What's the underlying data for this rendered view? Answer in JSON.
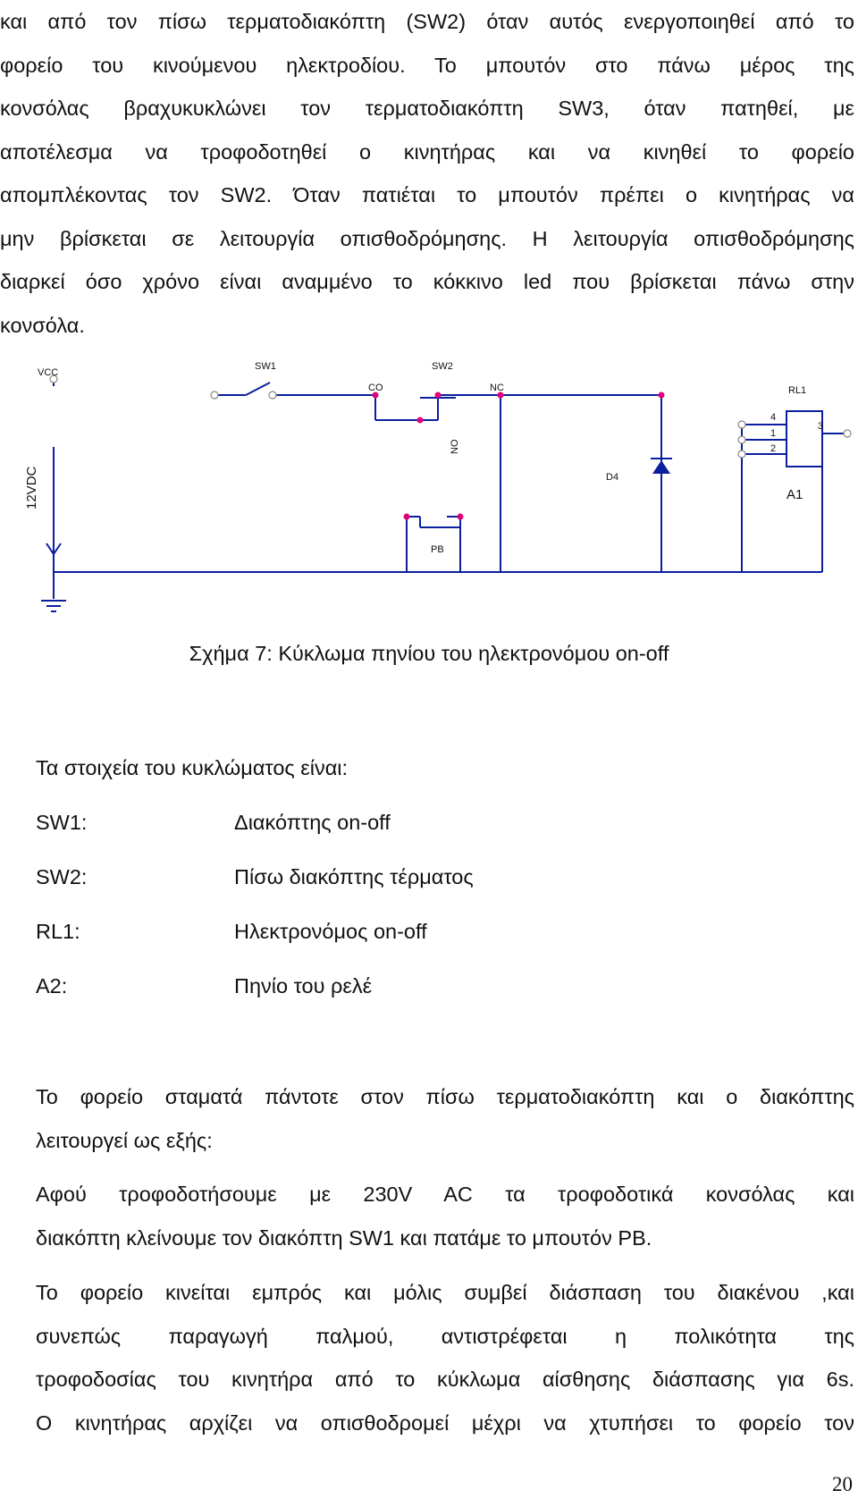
{
  "intro_lines": [
    "και από τον πίσω τερματοδιακόπτη (SW2) όταν αυτός ενεργοποιηθεί από το",
    "φορείο του κινούμενου ηλεκτροδίου. Το μπουτόν στο πάνω μέρος της",
    "κονσόλας βραχυκυκλώνει τον τερματοδιακόπτη SW3, όταν πατηθεί, με",
    "αποτέλεσμα να τροφοδοτηθεί ο κινητήρας και να κινηθεί το φορείο",
    "απομπλέκοντας τον  SW2. Όταν πατιέται το μπουτόν πρέπει ο κινητήρας να",
    "μην βρίσκεται σε λειτουργία οπισθοδρόμησης. Η λειτουργία οπισθοδρόμησης",
    "διαρκεί όσο χρόνο είναι αναμμένο το  κόκκινο led που βρίσκεται πάνω στην",
    "κονσόλα."
  ],
  "circuit": {
    "vcc": "VCC",
    "supply": "12VDC",
    "sw1": "SW1",
    "sw2": "SW2",
    "co": "CO",
    "nc": "NC",
    "no": "NO",
    "pb": "PB",
    "d4": "D4",
    "rl1": "RL1",
    "a1": "A1",
    "pin1": "1",
    "pin2": "2",
    "pin3": "3",
    "pin4": "4",
    "wire_color": "#0b1f9e",
    "node_color": "#e0007a"
  },
  "caption": "Σχήμα 7: Κύκλωμα  πηνίου του ηλεκτρονόμου on-off",
  "components_intro": "Τα στοιχεία του κυκλώματος είναι:",
  "components": [
    {
      "term": "SW1:",
      "def": "Διακόπτης on-off"
    },
    {
      "term": "SW2:",
      "def": "Πίσω διακόπτης τέρματος"
    },
    {
      "term": "RL1:",
      "def": " Ηλεκτρονόμος on-off"
    },
    {
      "term": "A2:",
      "def": " Πηνίο του ρελέ"
    }
  ],
  "para2_lines": [
    "Το φορείο σταματά πάντοτε στον πίσω τερματοδιακόπτη και ο διακόπτης",
    "λειτουργεί ως εξής:"
  ],
  "para3_lines": [
    "Αφού τροφοδοτήσουμε με 230V AC τα τροφοδοτικά κονσόλας και",
    "διακόπτη κλείνουμε τον διακόπτη SW1 και πατάμε το μπουτόν PB."
  ],
  "para4_lines": [
    "Το φορείο κινείται εμπρός και μόλις συμβεί διάσπαση του διακένου ,και",
    "συνεπώς παραγωγή παλμού, αντιστρέφεται η πολικότητα της",
    "τροφοδοσίας του κινητήρα από το κύκλωμα αίσθησης διάσπασης για 6s.",
    "Ο κινητήρας αρχίζει να οπισθοδρομεί μέχρι να χτυπήσει το φορείο τον"
  ],
  "page_number": "20"
}
